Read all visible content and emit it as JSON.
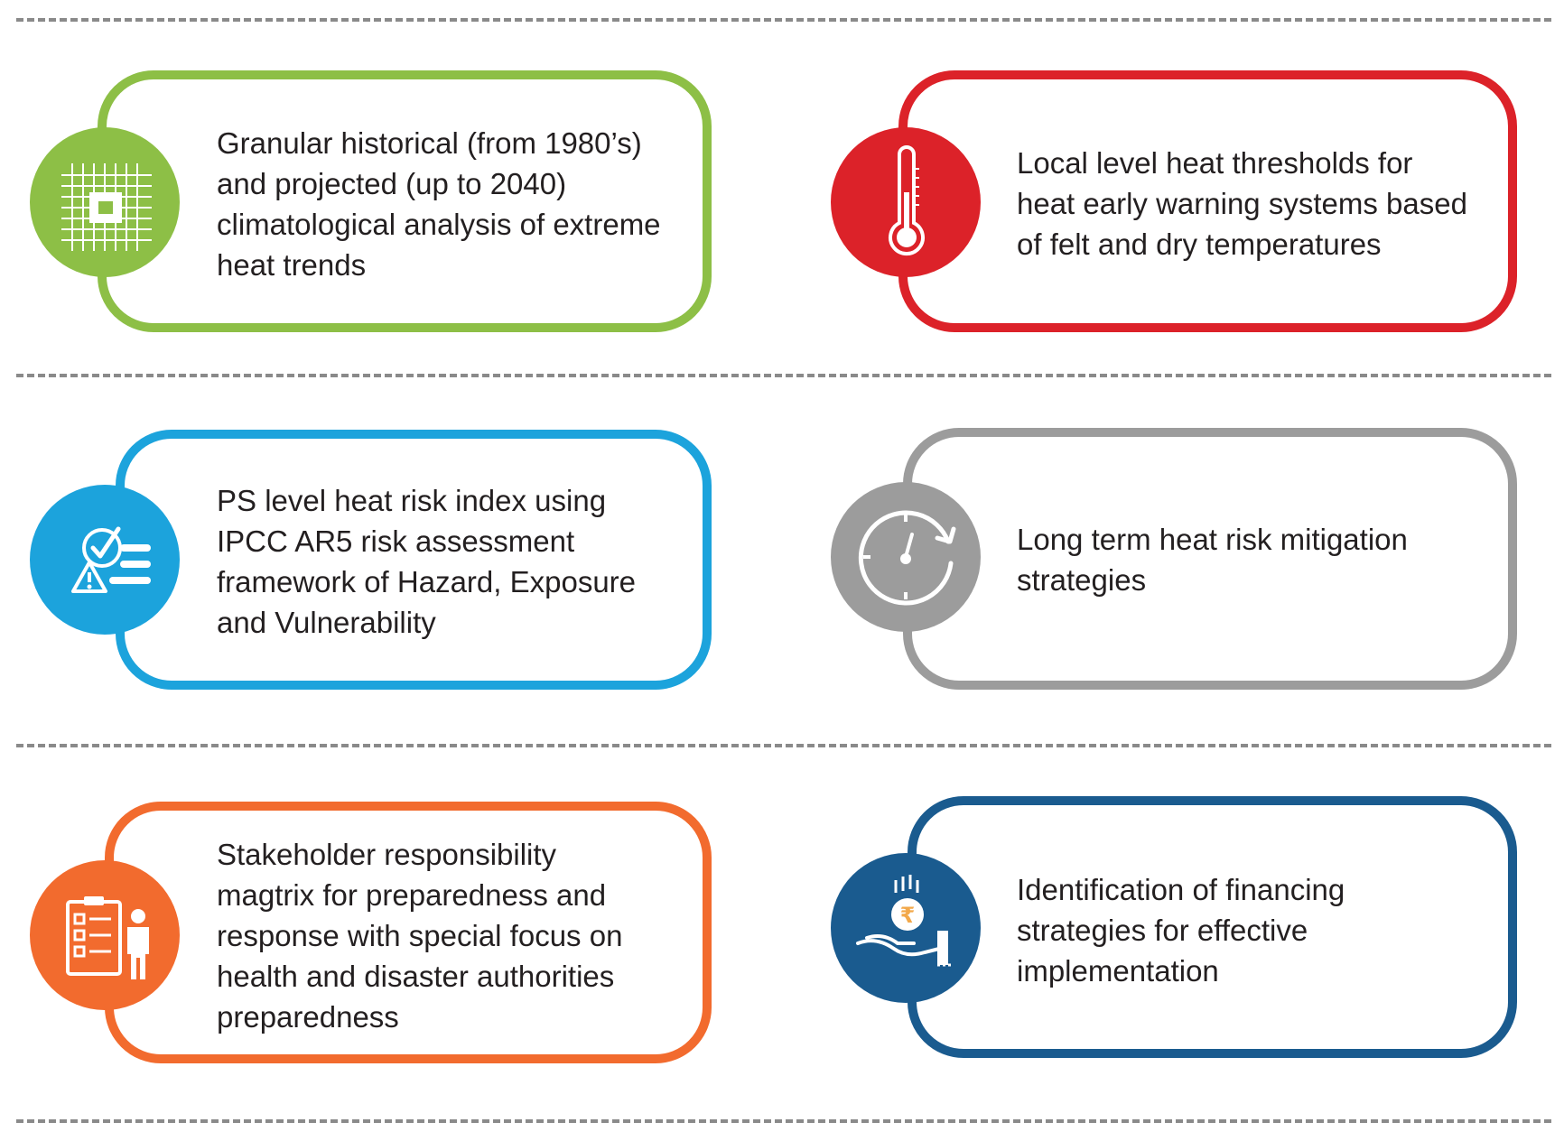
{
  "colors": {
    "green": "#8dbf46",
    "red": "#dc2229",
    "blue": "#1ca3dc",
    "gray": "#9c9c9c",
    "orange": "#f26b2e",
    "navy": "#1a5b8f",
    "divider": "#8a8a8a"
  },
  "cards": [
    {
      "id": "historical-analysis",
      "color": "#8dbf46",
      "icon": "grid-map-icon",
      "text": "Granular historical (from 1980’s)\nand projected (up to 2040)\nclimatological analysis of extreme\nheat trends"
    },
    {
      "id": "heat-thresholds",
      "color": "#dc2229",
      "icon": "thermometer-icon",
      "text": "Local level heat thresholds for\nheat early warning systems based\nof felt and dry temperatures"
    },
    {
      "id": "heat-risk-index",
      "color": "#1ca3dc",
      "icon": "risk-checklist-icon",
      "text": "PS level heat risk index using\nIPCC AR5 risk assessment\nframework of Hazard, Exposure\nand Vulnerability"
    },
    {
      "id": "mitigation-strategies",
      "color": "#9c9c9c",
      "icon": "clock-refresh-icon",
      "text": "Long term heat risk mitigation\nstrategies"
    },
    {
      "id": "stakeholder-matrix",
      "color": "#f26b2e",
      "icon": "clipboard-person-icon",
      "text": "Stakeholder responsibility\nmagtrix for preparedness and\nresponse with special focus on\nhealth and disaster authorities\npreparedness"
    },
    {
      "id": "financing-strategies",
      "color": "#1a5b8f",
      "icon": "rupee-hand-icon",
      "text": "Identification of financing\nstrategies for effective\nimplementation"
    }
  ]
}
